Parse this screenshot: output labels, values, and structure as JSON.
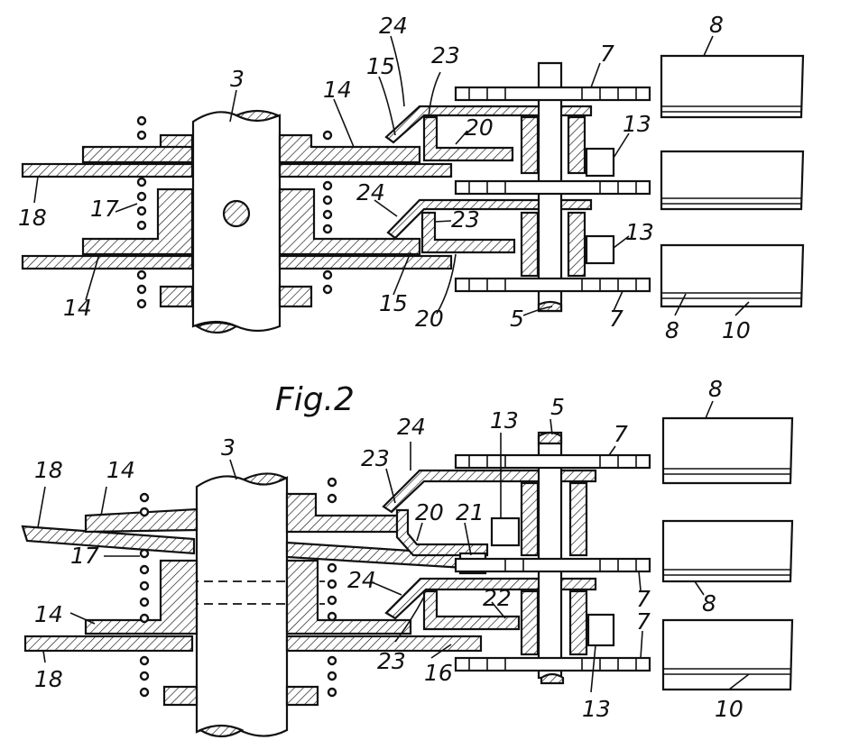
{
  "caption": "Fig.2",
  "labels": {
    "l3a": "3",
    "l24a": "24",
    "l23a": "23",
    "l15a": "15",
    "l14a": "14",
    "l7a": "7",
    "l8a": "8",
    "l20a": "20",
    "l13a": "13",
    "l18a": "18",
    "l17a": "17",
    "l24b": "24",
    "l23b": "23",
    "l13b": "13",
    "l14b": "14",
    "l15b": "15",
    "l20b": "20",
    "l5a": "5",
    "l7b": "7",
    "l8b": "8",
    "l10a": "10",
    "l3b": "3",
    "l24c": "24",
    "l23c": "23",
    "l13c": "13",
    "l5b": "5",
    "l7c": "7",
    "l8c": "8",
    "l18b": "18",
    "l14c": "14",
    "l20c": "20",
    "l21a": "21",
    "l17b": "17",
    "l24d": "24",
    "l22a": "22",
    "l8d": "8",
    "l7d": "7",
    "l14d": "14",
    "l7e": "7",
    "l18c": "18",
    "l23d": "23",
    "l16a": "16",
    "l13d": "13",
    "l10b": "10"
  },
  "colors": {
    "ink": "#111111",
    "paper": "#ffffff"
  }
}
